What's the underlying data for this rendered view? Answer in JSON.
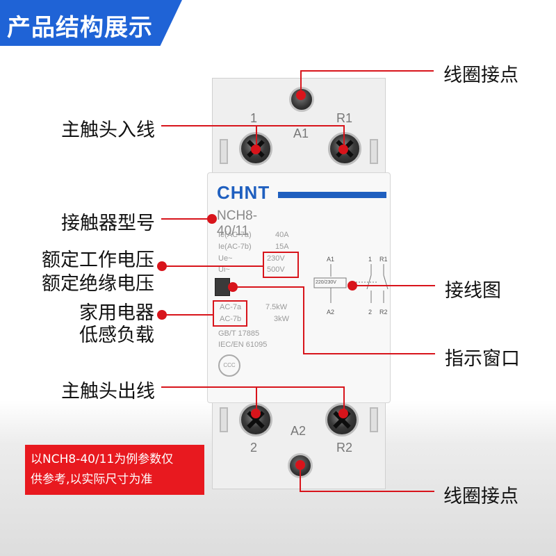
{
  "banner": {
    "title": "产品结构展示"
  },
  "labels": {
    "coil_top": "线圈接点",
    "main_in": "主触头入线",
    "model": "接触器型号",
    "rated_voltage": "额定工作电压",
    "insulation_voltage": "额定绝缘电压",
    "household_1": "家用电器",
    "household_2": "低感负载",
    "main_out": "主触头出线",
    "wiring": "接线图",
    "window": "指示窗口",
    "coil_bottom": "线圈接点"
  },
  "device": {
    "brand": "CHNT",
    "model": "NCH8-40/11",
    "ie_7a_label": "Ie(AC-7a)",
    "ie_7a_value": "40A",
    "ie_7b_label": "Ie(AC-7b)",
    "ie_7b_value": "15A",
    "ue_label": "Ue~",
    "ue_value": "230V",
    "ui_label": "Ui~",
    "ui_value": "500V",
    "ac7a": "AC-7a",
    "ac7a_value": "7.5kW",
    "ac7b": "AC-7b",
    "ac7b_value": "3kW",
    "std1": "GB/T 17885",
    "std2": "IEC/EN 61095",
    "ccc": "CCC",
    "term_1": "1",
    "term_r1": "R1",
    "term_a1": "A1",
    "term_2": "2",
    "term_r2": "R2",
    "term_a2": "A2",
    "diag_a1": "A1",
    "diag_a2": "A2",
    "diag_1": "1",
    "diag_r1": "R1",
    "diag_2": "2",
    "diag_r2": "R2",
    "diag_coil": "220/230V"
  },
  "note": {
    "line1": "以NCH8-40/11为例参数仅",
    "line2": "供参考,以实际尺寸为准"
  },
  "colors": {
    "accent_red": "#d8141b",
    "banner_blue": "#1f63d6",
    "brand_blue": "#1f5fbf"
  }
}
